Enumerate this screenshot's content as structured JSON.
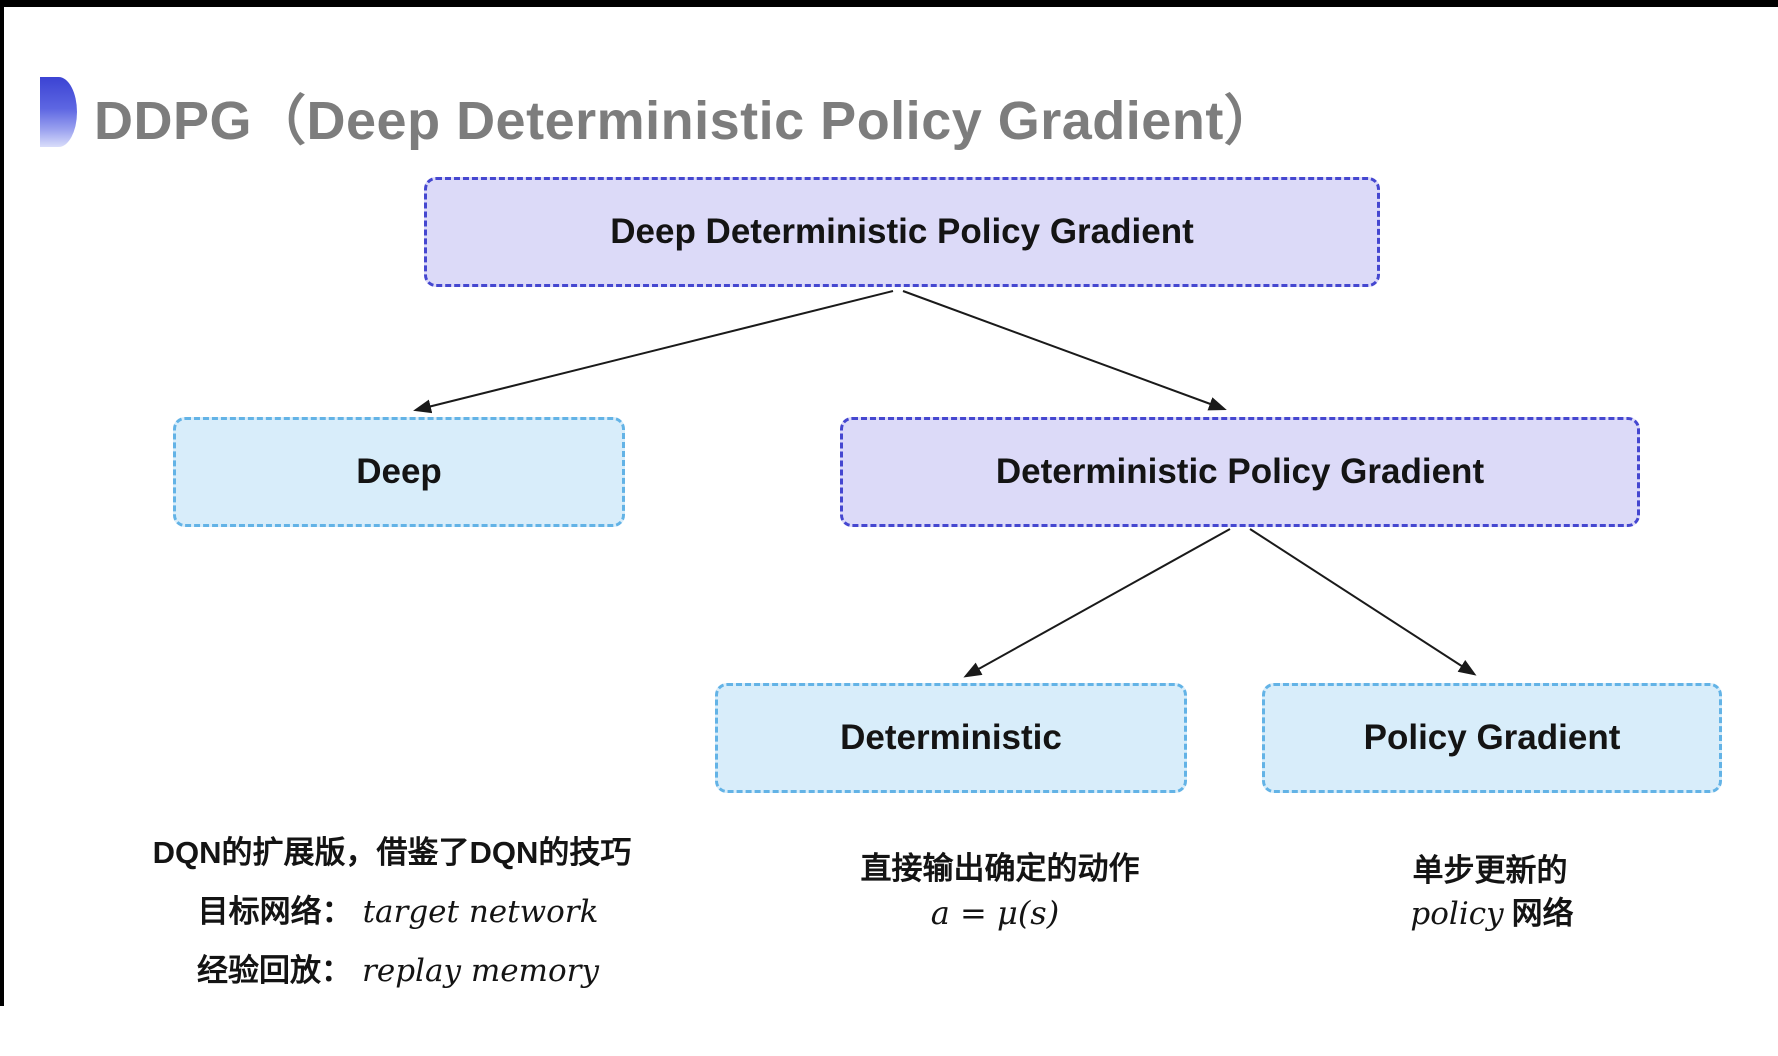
{
  "title": "DDPG（Deep Deterministic Policy Gradient）",
  "tree": {
    "root": {
      "label": "Deep Deterministic Policy Gradient"
    },
    "children": [
      {
        "label": "Deep"
      },
      {
        "label": "Deterministic Policy Gradient",
        "children": [
          {
            "label": "Deterministic"
          },
          {
            "label": "Policy Gradient"
          }
        ]
      }
    ]
  },
  "notes": {
    "deep": {
      "line1": "DQN的扩展版，借鉴了DQN的技巧",
      "line2_label": "目标网络：",
      "line2_term": "target network",
      "line3_label": "经验回放：",
      "line3_term": "replay memory"
    },
    "deterministic": {
      "line1": "直接输出确定的动作",
      "formula": "a = μ(s)"
    },
    "policy_gradient": {
      "line1": "单步更新的",
      "term": "policy",
      "suffix": "网络"
    }
  },
  "colors": {
    "purple_node_fill": "#dcdaf8",
    "purple_node_border": "#4547d0",
    "blue_node_fill": "#d8edfa",
    "blue_node_border": "#63b3e6",
    "title_gray": "#7d7d7d",
    "arrow_black": "#1a1a1a",
    "icon_gradient_top": "#3b43d3",
    "icon_gradient_bottom": "#d9ddfa"
  }
}
